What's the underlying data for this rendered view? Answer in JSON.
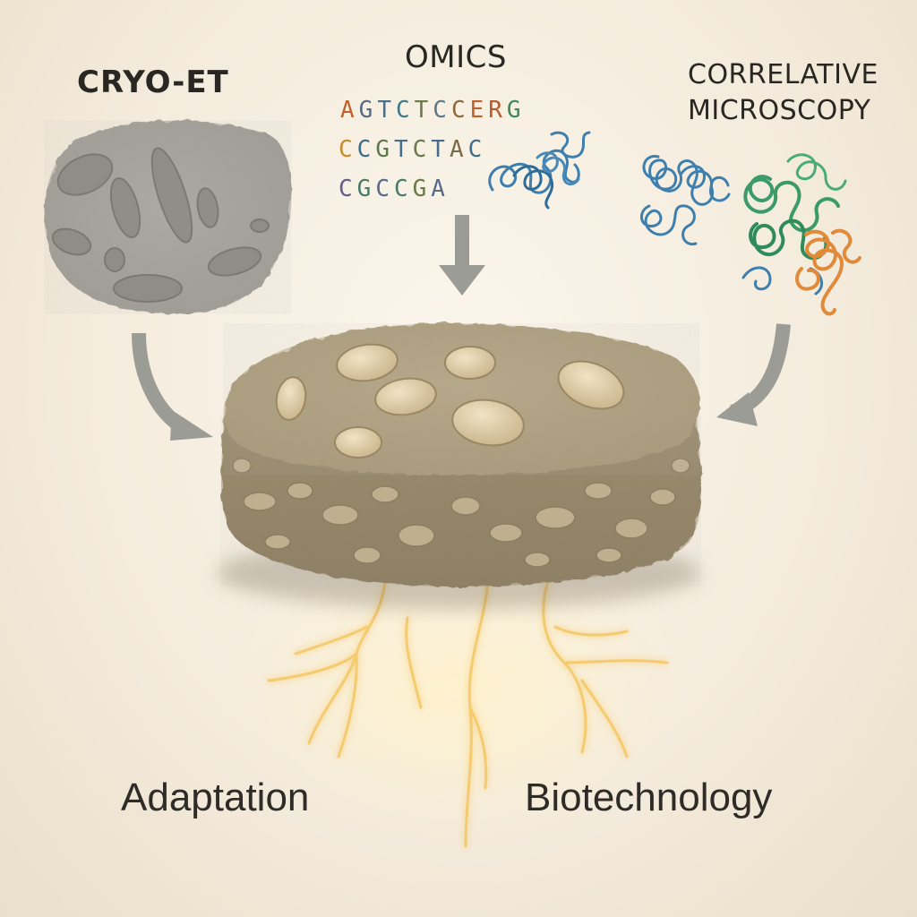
{
  "labels": {
    "cryo_et": "CRYO-ET",
    "omics": "OMICS",
    "correlative_line1": "CORRELATIVE",
    "correlative_line2": "MICROSCOPY",
    "adaptation": "Adaptation",
    "biotechnology": "Biotechnology"
  },
  "sequences": [
    {
      "letters": [
        "A",
        "G",
        "T",
        "C",
        "T",
        "C",
        "C",
        "E",
        "R",
        "G"
      ],
      "colors": [
        "#c0602a",
        "#5a6a86",
        "#4d6f86",
        "#3e7a8a",
        "#6d7a4a",
        "#5a7a8a",
        "#8a6a3a",
        "#c0602a",
        "#b55a2a",
        "#3c8a5a"
      ]
    },
    {
      "letters": [
        "C",
        "C",
        "G",
        "T",
        "C",
        "T",
        "A",
        "C"
      ],
      "colors": [
        "#c88a2a",
        "#3e6e8a",
        "#5a7a4a",
        "#4a6c8a",
        "#6a7a4a",
        "#4a6c8a",
        "#7a6a4a",
        "#3e6e8a"
      ]
    },
    {
      "letters": [
        "C",
        "G",
        "C",
        "C",
        "G",
        "A"
      ],
      "colors": [
        "#6a5a8a",
        "#4a7a6a",
        "#5a6a8a",
        "#4a7a6a",
        "#6a7a4a",
        "#5a6a8a"
      ]
    }
  ],
  "colors": {
    "arrow": "#9a9a94",
    "tissue": "#b7a88c",
    "tissue_dark": "#8c7f66",
    "organelle": "#d9c7a4",
    "cryo_bg": "#b1aea8",
    "glow": "#f7d27a",
    "protein_blue": "#3f7fae",
    "protein_green": "#3a9a6a",
    "protein_orange": "#e08a3a"
  }
}
